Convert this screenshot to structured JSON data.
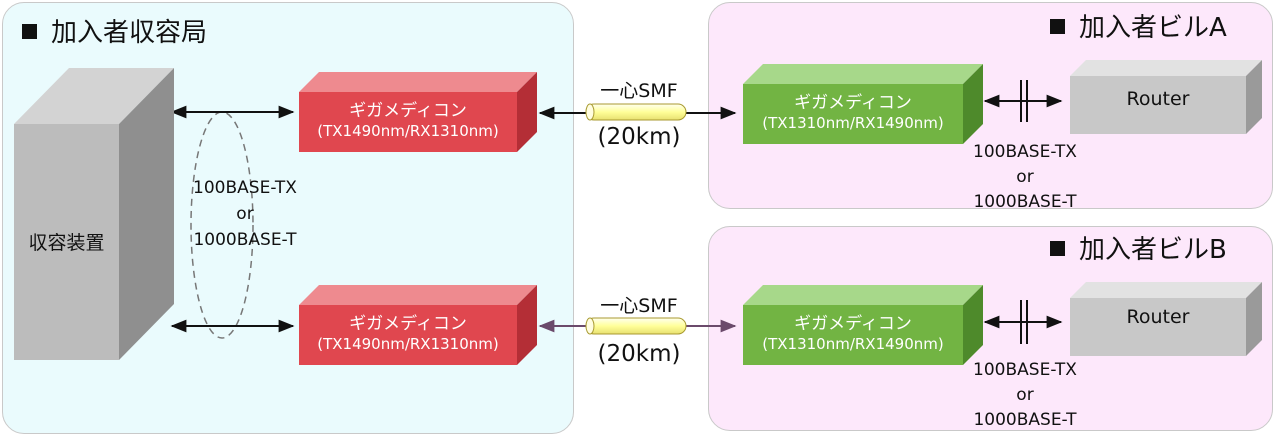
{
  "regions": {
    "central": {
      "title": "加入者収容局"
    },
    "building_a": {
      "title": "加入者ビルA"
    },
    "building_b": {
      "title": "加入者ビルB"
    }
  },
  "central_device": {
    "label": "収容装置"
  },
  "central_link": {
    "line1": "100BASE-TX",
    "line2": "or",
    "line3": "1000BASE-T"
  },
  "media_converters": {
    "central_top": {
      "name": "ギガメディコン",
      "spec": "(TX1490nm/RX1310nm)"
    },
    "central_bottom": {
      "name": "ギガメディコン",
      "spec": "(TX1490nm/RX1310nm)"
    },
    "building_a": {
      "name": "ギガメディコン",
      "spec": "(TX1310nm/RX1490nm)"
    },
    "building_b": {
      "name": "ギガメディコン",
      "spec": "(TX1310nm/RX1490nm)"
    }
  },
  "fiber": {
    "top": {
      "label": "一心SMF",
      "distance": "(20km)"
    },
    "bottom": {
      "label": "一心SMF",
      "distance": "(20km)"
    }
  },
  "routers": {
    "building_a": {
      "label": "Router"
    },
    "building_b": {
      "label": "Router"
    }
  },
  "building_links": {
    "a": {
      "line1": "100BASE-TX",
      "line2": "or",
      "line3": "1000BASE-T"
    },
    "b": {
      "line1": "100BASE-TX",
      "line2": "or",
      "line3": "1000BASE-T"
    }
  },
  "colors": {
    "central_bg": "#eafbfd",
    "building_bg": "#fde8fb",
    "central_mc": "#e0474f",
    "building_mc": "#72b443",
    "device": "#b8b8b8",
    "router": "#c8c8c8",
    "fiber": "#ffff99"
  }
}
